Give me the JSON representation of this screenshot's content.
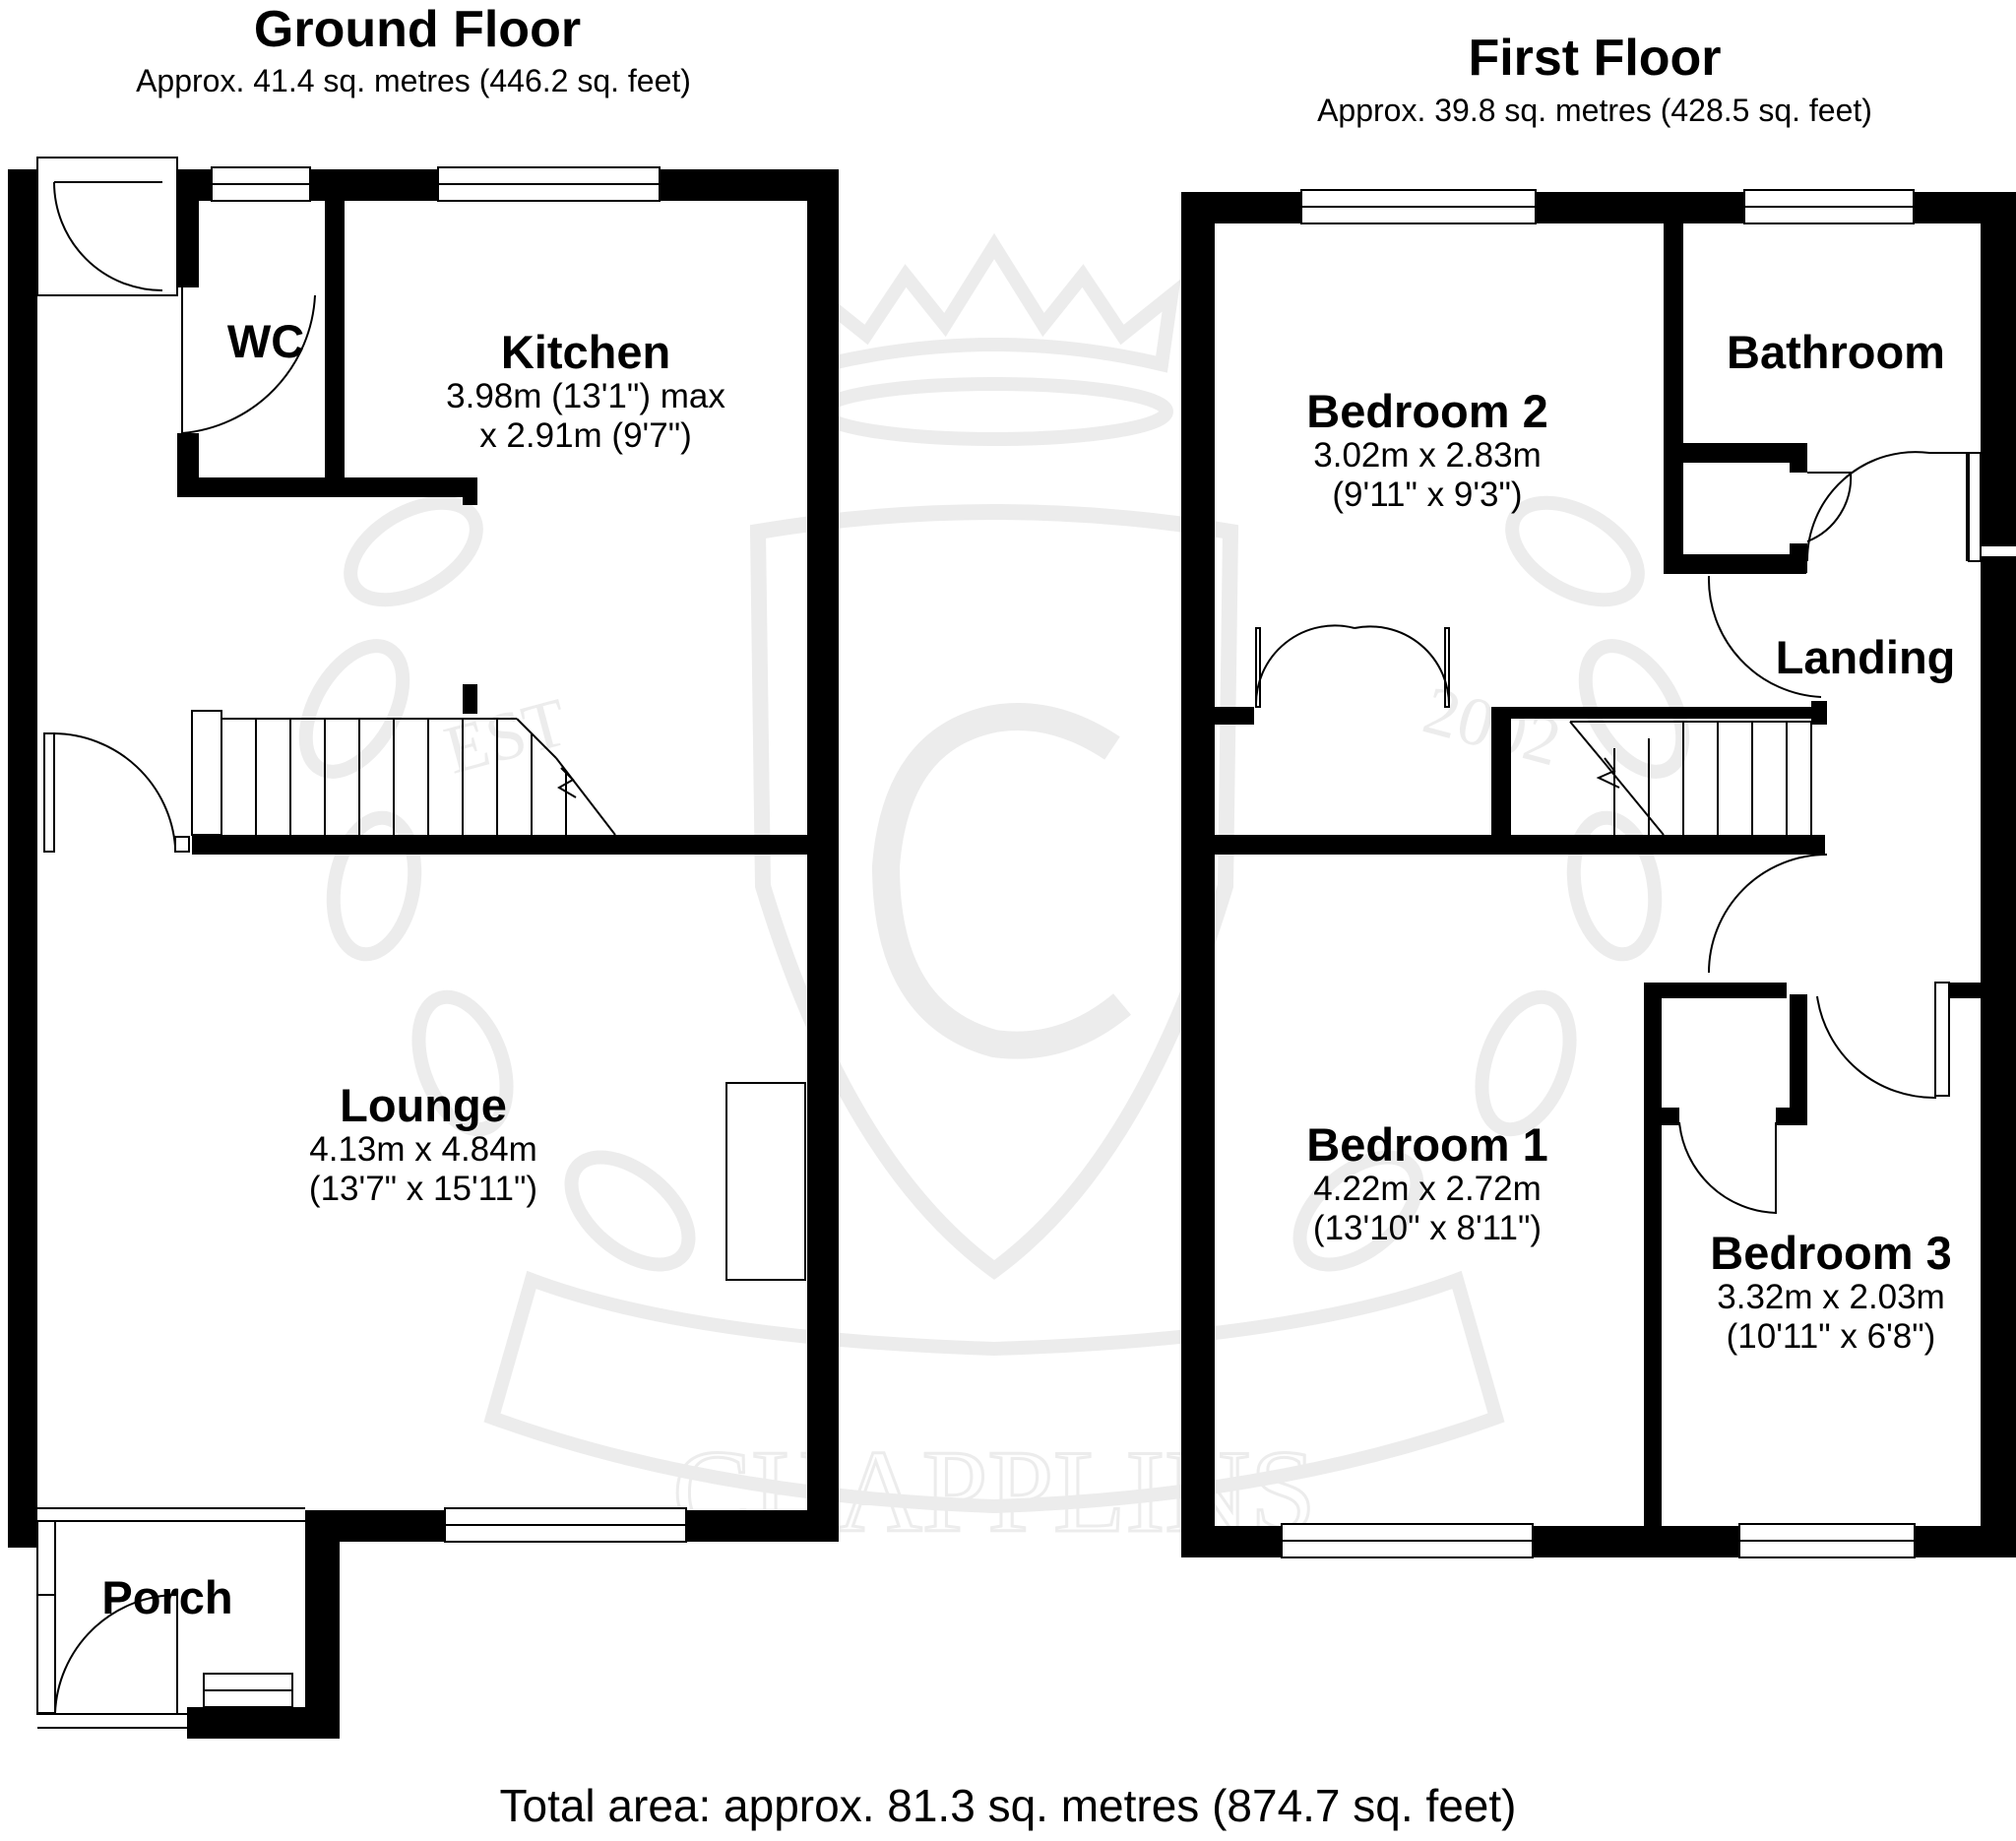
{
  "watermark": {
    "brand": "CHAPPLINS",
    "letter": "C",
    "est_left": "EST",
    "est_right": "2002",
    "icon": "crown-laurel-crest-icon"
  },
  "floors": {
    "ground": {
      "title": "Ground Floor",
      "area": "Approx. 41.4 sq. metres (446.2 sq. feet)",
      "rooms": {
        "wc": {
          "name": "WC"
        },
        "kitchen": {
          "name": "Kitchen",
          "dim1": "3.98m (13'1\") max",
          "dim2": "x 2.91m (9'7\")"
        },
        "lounge": {
          "name": "Lounge",
          "dim1": "4.13m x 4.84m",
          "dim2": "(13'7\" x 15'11\")"
        },
        "porch": {
          "name": "Porch"
        }
      }
    },
    "first": {
      "title": "First Floor",
      "area": "Approx. 39.8 sq. metres (428.5 sq. feet)",
      "rooms": {
        "bedroom2": {
          "name": "Bedroom 2",
          "dim1": "3.02m x 2.83m",
          "dim2": "(9'11\" x 9'3\")"
        },
        "bathroom": {
          "name": "Bathroom"
        },
        "landing": {
          "name": "Landing"
        },
        "bedroom1": {
          "name": "Bedroom 1",
          "dim1": "4.22m x 2.72m",
          "dim2": "(13'10\" x 8'11\")"
        },
        "bedroom3": {
          "name": "Bedroom 3",
          "dim1": "3.32m x 2.03m",
          "dim2": "(10'11\" x 6'8\")"
        }
      }
    }
  },
  "total_area": "Total area: approx. 81.3 sq. metres (874.7 sq. feet)",
  "colors": {
    "wall": "#000000",
    "watermark": "#ececec",
    "background": "#ffffff"
  }
}
